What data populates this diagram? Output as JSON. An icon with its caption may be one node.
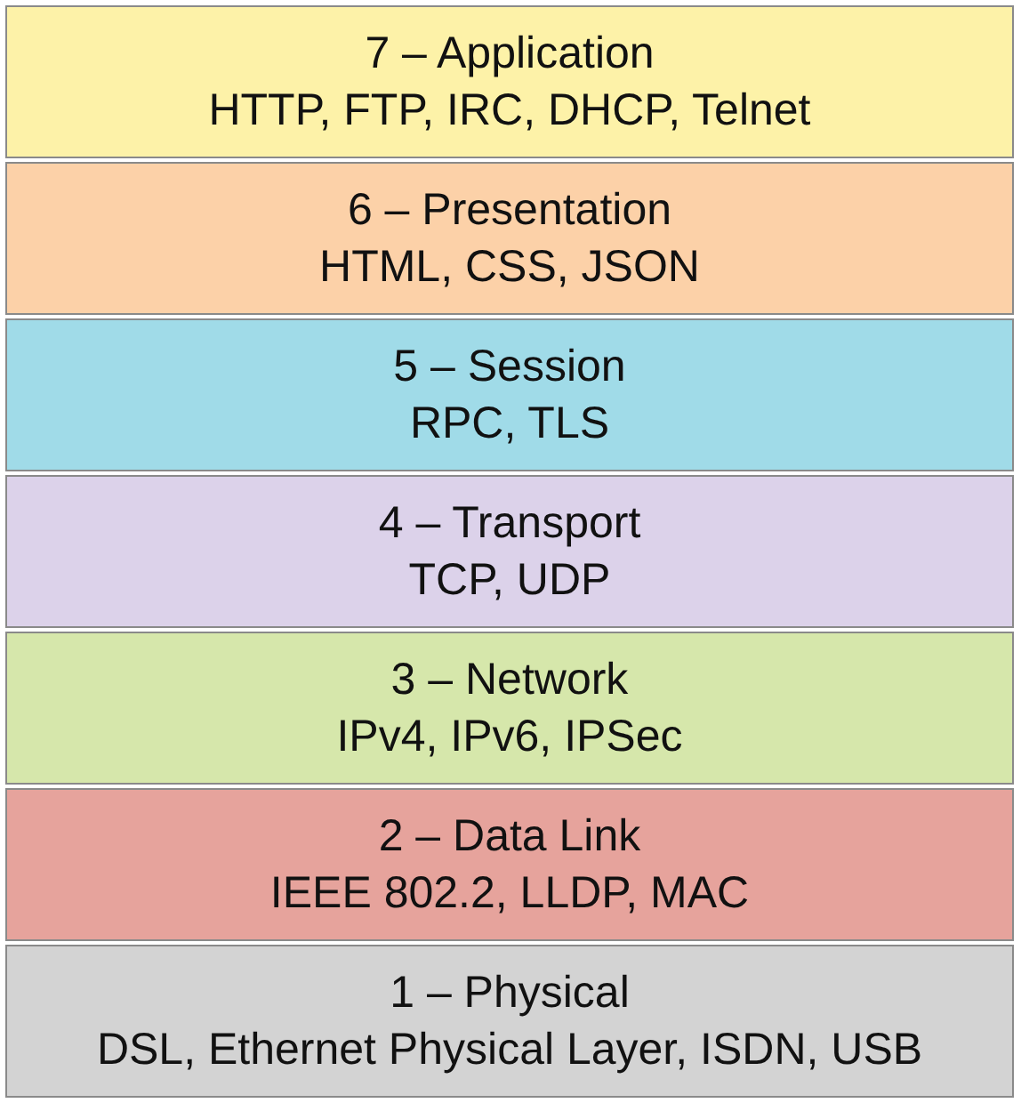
{
  "diagram": {
    "nodes": [
      {
        "text": [
          "7 – Application",
          "HTTP, FTP, IRC, DHCP, Telnet"
        ]
      },
      {
        "text": [
          "6 – Presentation",
          "HTML, CSS, JSON"
        ]
      },
      {
        "text": [
          "5 – Session",
          "RPC, TLS"
        ]
      },
      {
        "text": [
          "4 – Transport",
          "TCP, UDP"
        ]
      },
      {
        "text": [
          "3 – Network",
          "IPv4, IPv6, IPSec"
        ]
      },
      {
        "text": [
          "2 – Data Link",
          "IEEE 802.2, LLDP, MAC"
        ]
      },
      {
        "text": [
          "1 – Physical",
          "DSL, Ethernet Physical Layer, ISDN, USB"
        ]
      }
    ]
  }
}
